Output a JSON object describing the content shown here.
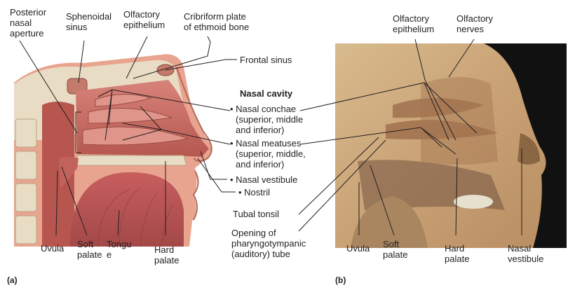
{
  "panel_a": {
    "tag": "(a)",
    "labels": {
      "posterior_nasal_aperture": [
        "Posterior",
        "nasal",
        "aperture"
      ],
      "sphenoidal_sinus": [
        "Sphenoidal",
        "sinus"
      ],
      "olfactory_epithelium": [
        "Olfactory",
        "epithelium"
      ],
      "cribriform_plate": [
        "Cribriform plate",
        "of ethmoid bone"
      ],
      "frontal_sinus": "Frontal sinus",
      "nasal_cavity_heading": "Nasal cavity",
      "nasal_conchae": [
        "• Nasal conchae",
        "(superior, middle",
        "and inferior)"
      ],
      "nasal_meatuses": [
        "• Nasal meatuses",
        "(superior, middle,",
        "and inferior)"
      ],
      "nasal_vestibule": "• Nasal vestibule",
      "nostril": "• Nostril",
      "tubal_tonsil": "Tubal tonsil",
      "opening_tube": [
        "Opening of",
        "pharyngotympanic",
        "(auditory) tube"
      ],
      "uvula": "Uvula",
      "soft_palate": [
        "Soft",
        "palate"
      ],
      "tongue": [
        "Tongu",
        "e"
      ],
      "hard_palate": [
        "Hard",
        "palate"
      ]
    }
  },
  "panel_b": {
    "tag": "(b)",
    "labels": {
      "olfactory_epithelium": [
        "Olfactory",
        "epithelium"
      ],
      "olfactory_nerves": [
        "Olfactory",
        "nerves"
      ],
      "uvula": "Uvula",
      "soft_palate": [
        "Soft",
        "palate"
      ],
      "hard_palate": [
        "Hard",
        "palate"
      ],
      "nasal_vestibule": [
        "Nasal",
        "vestibule"
      ]
    }
  },
  "colors": {
    "mucosa": "#c9706a",
    "mucosa_dark": "#a24a45",
    "bone": "#e8dcc4",
    "skin": "#e9a48f",
    "cadaver_tan": "#c9a77a",
    "photo_bg": "#111111",
    "leader": "#231f20"
  }
}
